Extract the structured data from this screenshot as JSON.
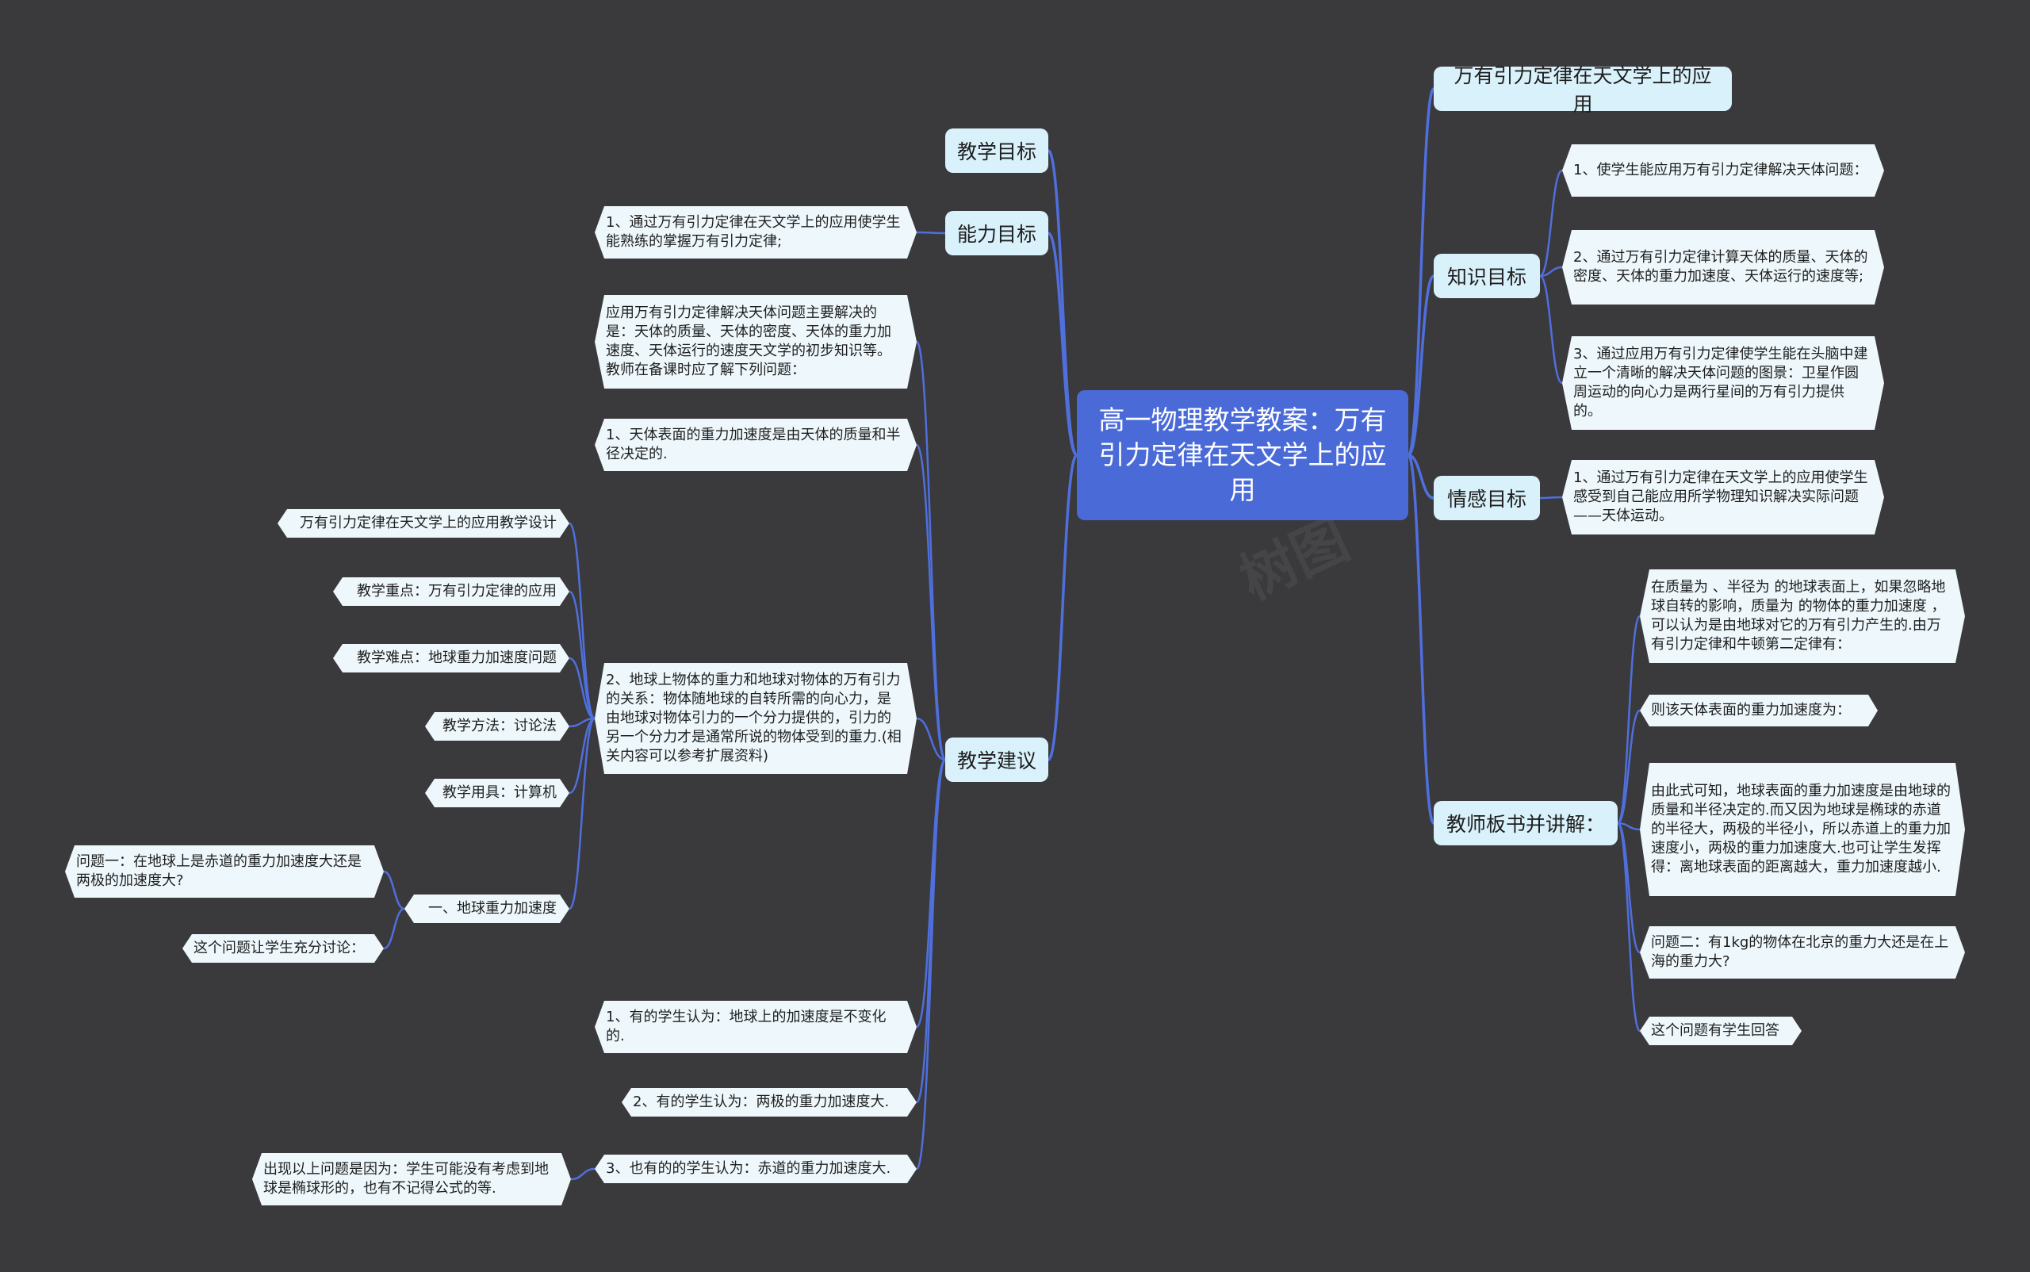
{
  "root": {
    "title": "高一物理教学教案：万有引力定律在天文学上的应用"
  },
  "left": {
    "teaching_goal": "教学目标",
    "ability_goal": {
      "label": "能力目标",
      "item": "1、通过万有引力定律在天文学上的应用使学生能熟练的掌握万有引力定律;"
    },
    "suggestion": {
      "label": "教学建议",
      "intro": "应用万有引力定律解决天体问题主要解决的是：天体的质量、天体的密度、天体的重力加速度、天体运行的速度天文学的初步知识等。教师在备课时应了解下列问题：",
      "point1": "1、天体表面的重力加速度是由天体的质量和半径决定的.",
      "point2": "2、地球上物体的重力和地球对物体的万有引力的关系：物体随地球的自转所需的向心力，是由地球对物体引力的一个分力提供的，引力的另一个分力才是通常所说的物体受到的重力.(相关内容可以参考扩展资料)",
      "design": "万有引力定律在天文学上的应用教学设计",
      "focus": "教学重点：万有引力定律的应用",
      "difficulty": "教学难点：地球重力加速度问题",
      "method": "教学方法：讨论法",
      "tools": "教学用具：计算机",
      "gravity": "一、地球重力加速度",
      "q1": "问题一：在地球上是赤道的重力加速度大还是两极的加速度大?",
      "q1_discuss": "这个问题让学生充分讨论：",
      "view1": "1、有的学生认为：地球上的加速度是不变化的.",
      "view2": "2、有的学生认为：两极的重力加速度大.",
      "view3": "3、也有的的学生认为：赤道的重力加速度大.",
      "reason": "出现以上问题是因为：学生可能没有考虑到地球是椭球形的，也有不记得公式的等."
    }
  },
  "right": {
    "topic": "万有引力定律在天文学上的应用",
    "knowledge": {
      "label": "知识目标",
      "k1": "1、使学生能应用万有引力定律解决天体问题：",
      "k2": "2、通过万有引力定律计算天体的质量、天体的密度、天体的重力加速度、天体运行的速度等;",
      "k3": "3、通过应用万有引力定律使学生能在头脑中建立一个清晰的解决天体问题的图景：卫星作圆周运动的向心力是两行星间的万有引力提供的。"
    },
    "emotion": {
      "label": "情感目标",
      "e1": "1、通过万有引力定律在天文学上的应用使学生感受到自己能应用所学物理知识解决实际问题——天体运动。"
    },
    "board": {
      "label": "教师板书并讲解：",
      "b1": "在质量为 、半径为 的地球表面上，如果忽略地球自转的影响，质量为 的物体的重力加速度 ，可以认为是由地球对它的万有引力产生的.由万有引力定律和牛顿第二定律有：",
      "b2": "则该天体表面的重力加速度为：",
      "b3": "由此式可知，地球表面的重力加速度是由地球的质量和半径决定的.而又因为地球是椭球的赤道的半径大，两极的半径小，所以赤道上的重力加速度小，两极的重力加速度大.也可让学生发挥得：离地球表面的距离越大，重力加速度越小.",
      "b4": "问题二：有1kg的物体在北京的重力大还是在上海的重力大?",
      "b5": "这个问题有学生回答"
    }
  },
  "colors": {
    "background": "#3a393c",
    "root": "#4a6ad8",
    "branch": "#d9f1fb",
    "leaf": "#eef8fc",
    "link": "#4f6fdc"
  }
}
